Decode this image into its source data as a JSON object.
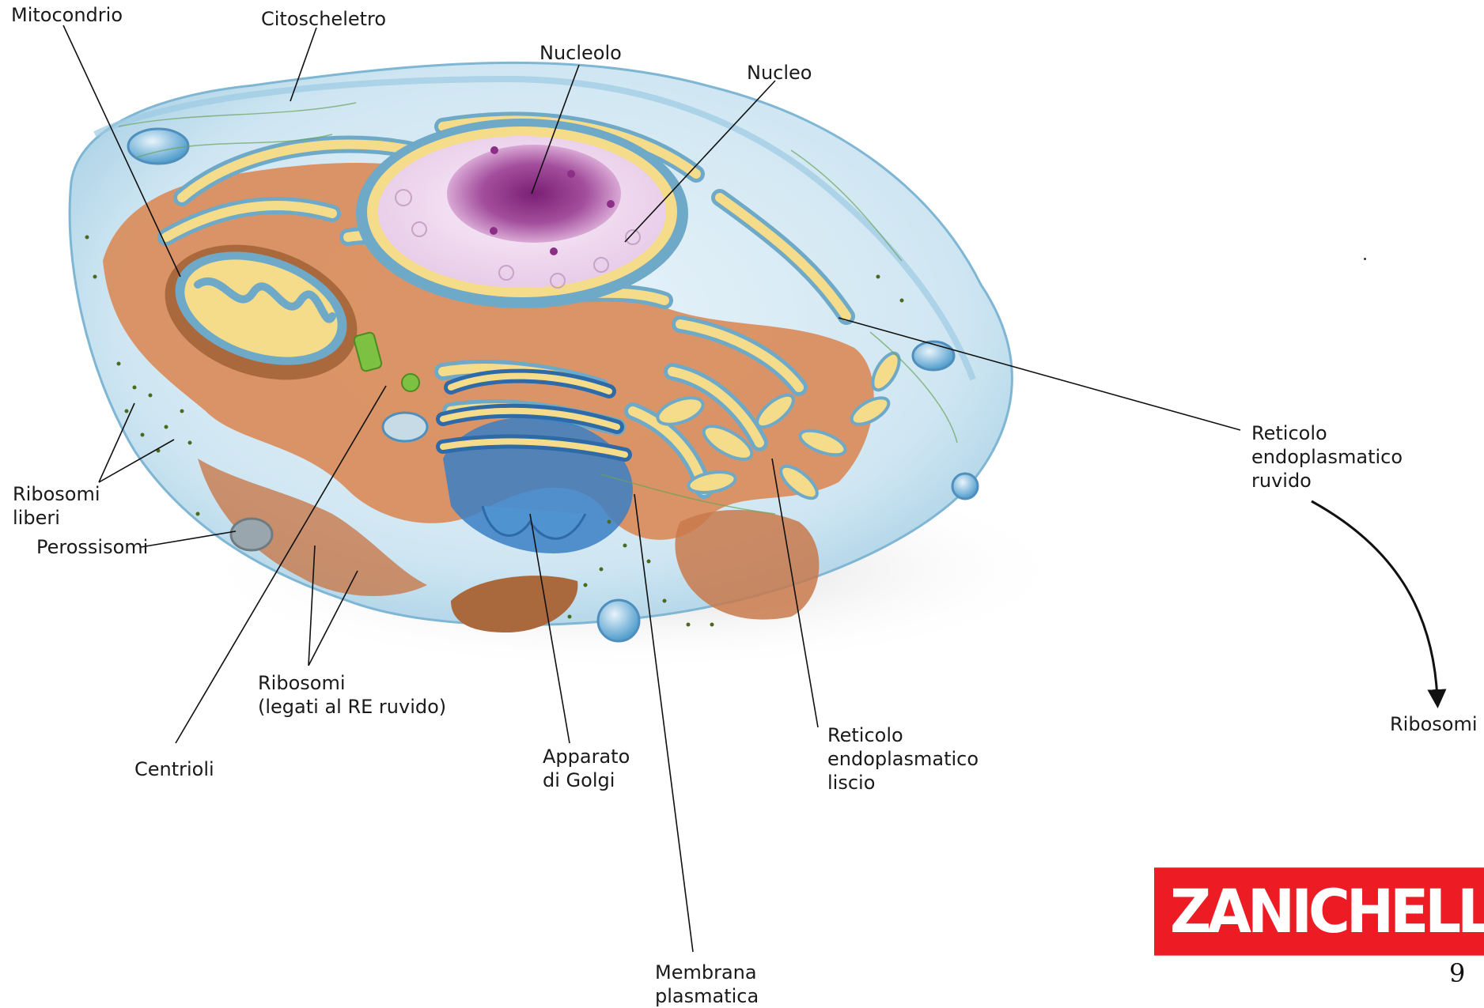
{
  "labels": {
    "mitocondrio": "Mitocondrio",
    "citoscheletro": "Citoscheletro",
    "nucleolo": "Nucleolo",
    "nucleo": "Nucleo",
    "rer": [
      "Reticolo",
      "endoplasmatico",
      "ruvido"
    ],
    "ribosomi_rer": "Ribosomi",
    "ribosomi_liberi": [
      "Ribosomi",
      "liberi"
    ],
    "perossisomi": "Perossisomi",
    "ribosomi_legati": [
      "Ribosomi",
      "(legati al RE ruvido)"
    ],
    "centrioli": "Centrioli",
    "golgi": [
      "Apparato",
      "di Golgi"
    ],
    "rel": [
      "Reticolo",
      "endoplasmatico",
      "liscio"
    ],
    "membrana": [
      "Membrana",
      "plasmatica"
    ]
  },
  "logo_text": "ZANICHELLI",
  "page_number": "9",
  "colors": {
    "logo_bg": "#ed1c24",
    "cytoplasm": "#cfe6f2",
    "membrane": "#8fc3dd",
    "er_rough": "#d98a57",
    "er_lumen": "#f5dc8a",
    "nucleus": "#c98fc6",
    "nucleolus": "#8b2f86",
    "golgi": "#3a7fc4",
    "ribosome": "#4a6b1e"
  }
}
